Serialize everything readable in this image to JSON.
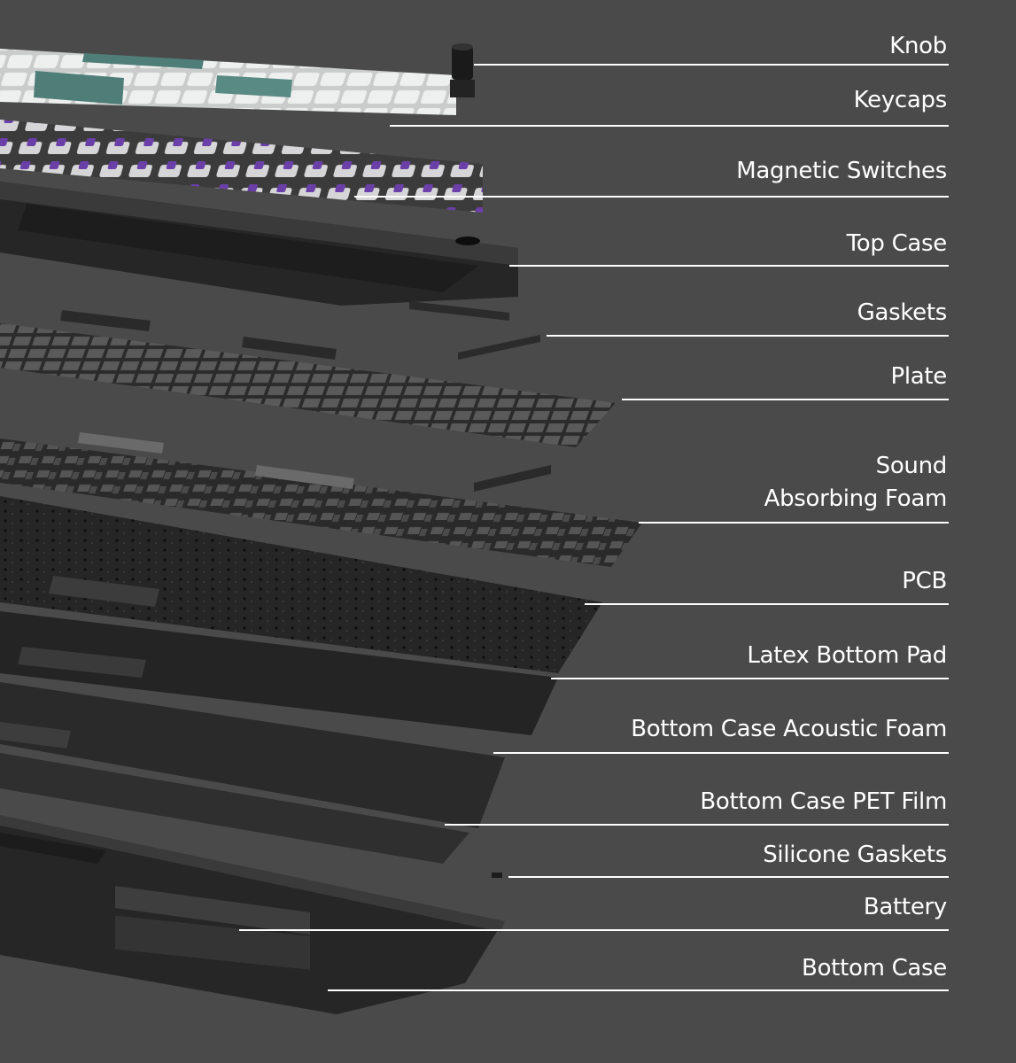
{
  "diagram": {
    "colors": {
      "background": "#4a4a4a",
      "leader_line": "#ffffff",
      "label_text": "#ffffff",
      "keycap_white": "#e9ebea",
      "keycap_teal": "#4f7d78",
      "switch_purple": "#6b3fa8"
    },
    "labels": [
      {
        "id": "knob",
        "lines": [
          "Knob"
        ]
      },
      {
        "id": "keycaps",
        "lines": [
          "Keycaps"
        ]
      },
      {
        "id": "magnetic-switches",
        "lines": [
          "Magnetic Switches"
        ]
      },
      {
        "id": "top-case",
        "lines": [
          "Top Case"
        ]
      },
      {
        "id": "gaskets",
        "lines": [
          "Gaskets"
        ]
      },
      {
        "id": "plate",
        "lines": [
          "Plate"
        ]
      },
      {
        "id": "sound-absorbing-foam",
        "lines": [
          "Sound",
          "Absorbing Foam"
        ]
      },
      {
        "id": "pcb",
        "lines": [
          "PCB"
        ]
      },
      {
        "id": "latex-bottom-pad",
        "lines": [
          "Latex Bottom Pad"
        ]
      },
      {
        "id": "bottom-case-acoustic-foam",
        "lines": [
          "Bottom Case Acoustic Foam"
        ]
      },
      {
        "id": "bottom-case-pet-film",
        "lines": [
          "Bottom Case PET Film"
        ]
      },
      {
        "id": "silicone-gaskets",
        "lines": [
          "Silicone Gaskets"
        ]
      },
      {
        "id": "battery",
        "lines": [
          "Battery"
        ]
      },
      {
        "id": "bottom-case",
        "lines": [
          "Bottom Case"
        ]
      }
    ]
  }
}
